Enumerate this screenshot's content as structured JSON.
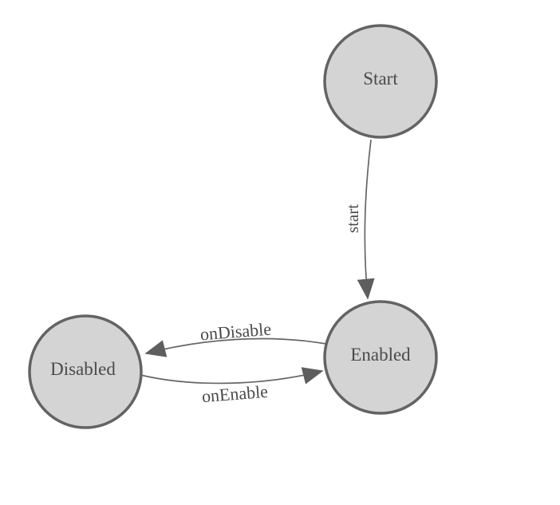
{
  "diagram": {
    "type": "finite-state-machine",
    "colors": {
      "background": "#ffffff",
      "node_fill": "#d4d4d4",
      "node_stroke": "#636363",
      "edge_stroke": "#666666",
      "label_text": "#4a4a4a"
    },
    "nodes": [
      {
        "id": "start",
        "label": "Start"
      },
      {
        "id": "enabled",
        "label": "Enabled"
      },
      {
        "id": "disabled",
        "label": "Disabled"
      }
    ],
    "edges": [
      {
        "id": "start-to-enabled",
        "label": "start",
        "from": "Start",
        "to": "Enabled"
      },
      {
        "id": "enabled-to-disabled",
        "label": "onDisable",
        "from": "Enabled",
        "to": "Disabled"
      },
      {
        "id": "disabled-to-enabled",
        "label": "onEnable",
        "from": "Disabled",
        "to": "Enabled"
      }
    ]
  }
}
